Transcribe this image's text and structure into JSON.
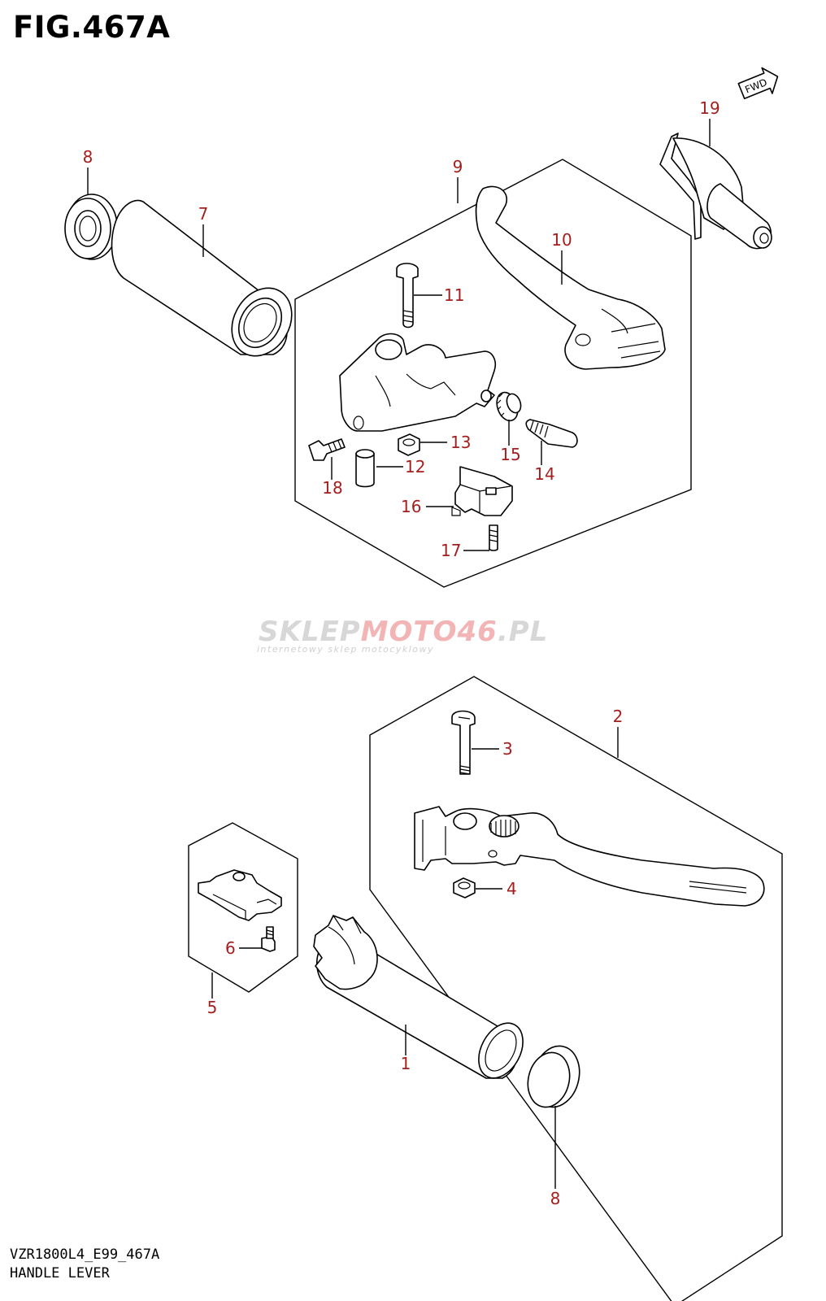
{
  "figure": {
    "title": "FIG.467A"
  },
  "footer": {
    "model_code": "VZR1800L4_E99_467A",
    "caption": "HANDLE LEVER"
  },
  "watermark": {
    "brand_plain": "SKLEP",
    "brand_mid": "MOTO",
    "brand_accent": "46",
    "brand_tld": ".PL",
    "tagline": "internetowy sklep motocyklowy"
  },
  "direction_badge": {
    "text": "FWD",
    "icon": "arrow-right-icon"
  },
  "callouts": {
    "p1": "1",
    "p2": "2",
    "p3": "3",
    "p4": "4",
    "p5": "5",
    "p6": "6",
    "p7": "7",
    "p8_top": "8",
    "p8_bottom": "8",
    "p9": "9",
    "p10": "10",
    "p11": "11",
    "p12": "12",
    "p13": "13",
    "p14": "14",
    "p15": "15",
    "p16": "16",
    "p17": "17",
    "p18": "18",
    "p19": "19"
  },
  "colors": {
    "callout": "#a51e1e",
    "line": "#000000",
    "watermark_accent": "#e23b3b"
  }
}
